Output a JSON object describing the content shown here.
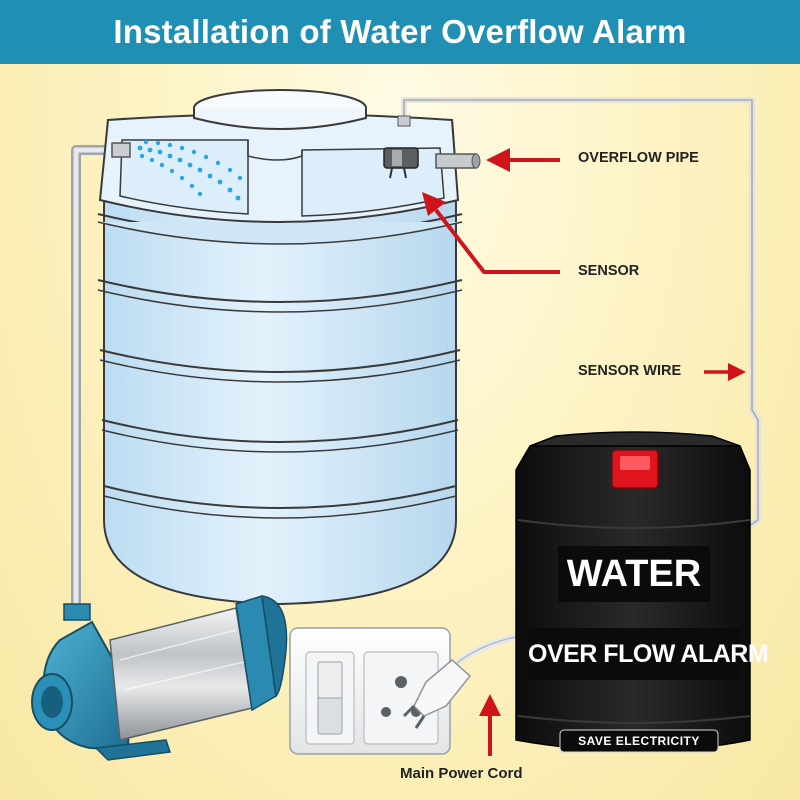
{
  "title": "Installation of Water Overflow Alarm",
  "labels": {
    "overflow_pipe": "OVERFLOW PIPE",
    "sensor": "SENSOR",
    "sensor_wire": "SENSOR WIRE",
    "main_power_cord": "Main Power Cord"
  },
  "device": {
    "line1": "WATER",
    "line2": "OVER FLOW ALARM",
    "tagline": "SAVE ELECTRICITY"
  },
  "colors": {
    "header": "#1f8fb4",
    "arrow": "#d0141c",
    "tank": "#d7ecf9",
    "pump": "#2a8ab0",
    "device": "#151515"
  }
}
